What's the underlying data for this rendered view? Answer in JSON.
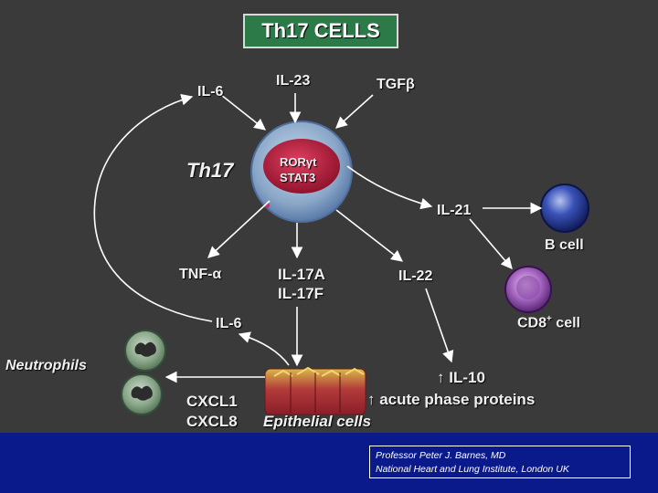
{
  "title": "Th17 CELLS",
  "cell": {
    "name": "Th17",
    "factor_1": "RORγt",
    "factor_2": "STAT3"
  },
  "inputs": {
    "il6_top": "IL-6",
    "il23": "IL-23",
    "tgfb": "TGFβ"
  },
  "outputs": {
    "il21": "IL-21",
    "tnfa": "TNF-α",
    "il17a": "IL-17A",
    "il17f": "IL-17F",
    "il22": "IL-22",
    "il6_mid": "IL-6"
  },
  "targets": {
    "b_cell": "B cell",
    "cd8_cell_main": "CD8",
    "cd8_cell_sup": "+",
    "cd8_cell_tail": " cell",
    "neutrophils": "Neutrophils",
    "epithelial_cells": "Epithelial cells"
  },
  "epithelial_products": {
    "cxcl1": "CXCL1",
    "cxcl8": "CXCL8",
    "il10": "↑ IL-10",
    "acute_phase": "↑ acute phase proteins"
  },
  "credit": {
    "line1": "Professor Peter J. Barnes, MD",
    "line2": "National Heart and Lung Institute, London UK"
  },
  "colors": {
    "background": "#3a3a3a",
    "footer": "#0a1a8a",
    "title_fill": "#2b7a48",
    "cell_membrane": "#8aa7c8",
    "cell_nucleus": "#b81e3a",
    "b_cell": "#2a3f9a",
    "cd8_cell": "#7a3aa0",
    "neutrophil": "#6f8f6f",
    "arrow": "#ffffff"
  }
}
